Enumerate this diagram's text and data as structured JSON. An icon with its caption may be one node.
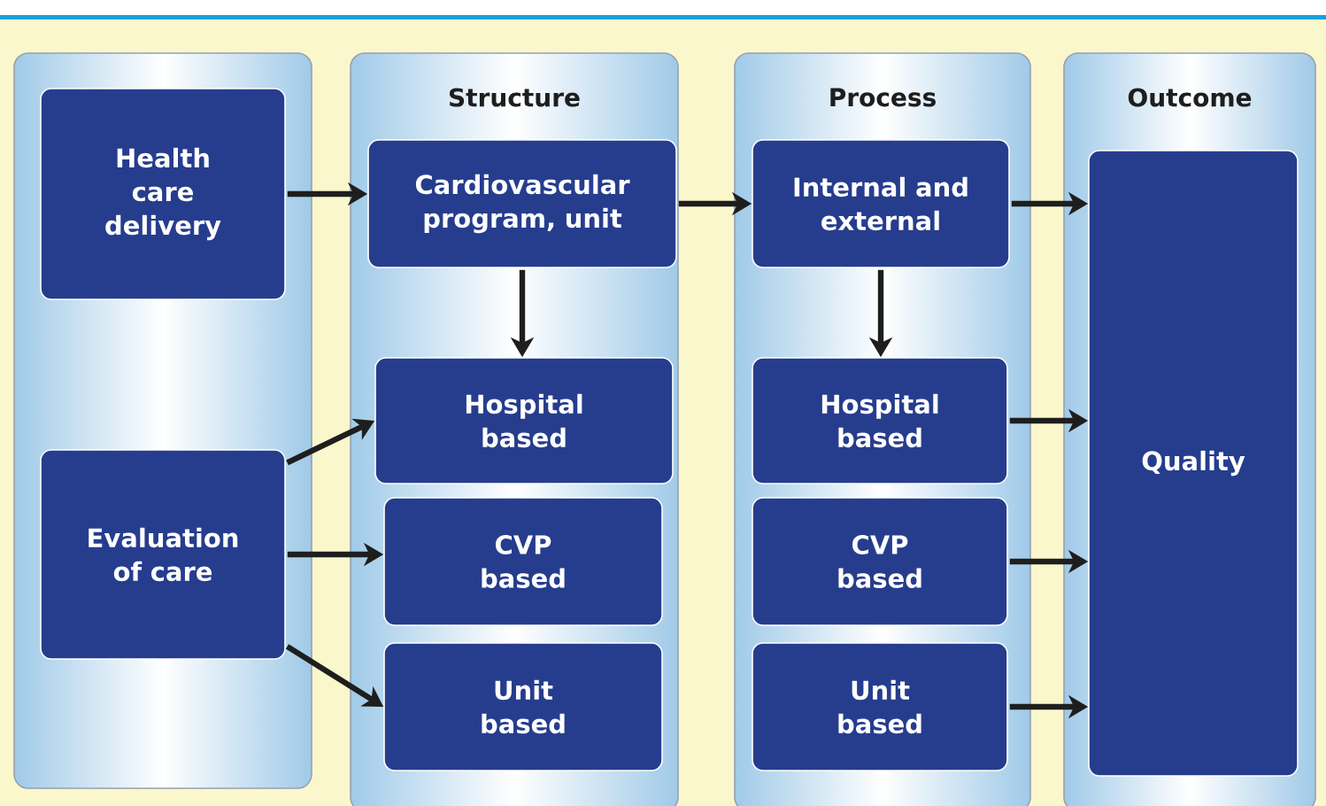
{
  "diagram": {
    "nodes": [
      {
        "text": [],
        "shape": "box"
      },
      {
        "text": [
          "Health care delivery"
        ],
        "in": 0
      },
      {
        "text": [
          "Evaluation of care"
        ],
        "in": 0
      },
      {
        "text": [
          "Structure"
        ]
      },
      {
        "text": [
          "Cardiovascular program, unit"
        ],
        "in": 3
      },
      {
        "text": [
          "Hospital based"
        ],
        "in": 3
      },
      {
        "text": [
          "CVP based"
        ],
        "in": 3
      },
      {
        "text": [
          "Unit based"
        ],
        "in": 3
      },
      {
        "text": [
          "Process"
        ]
      },
      {
        "text": [
          "Internal and external"
        ],
        "in": 8
      },
      {
        "text": [
          "Hospital based"
        ],
        "in": 8
      },
      {
        "text": [
          "CVP based"
        ],
        "in": 8
      },
      {
        "text": [
          "Unit based"
        ],
        "in": 8
      },
      {
        "text": [
          "Outcome"
        ]
      },
      {
        "text": [
          "Quality"
        ],
        "in": 13
      }
    ],
    "edges": [
      {
        "from": 1,
        "to": 4,
        "arrow": "to"
      },
      {
        "from": 4,
        "to": 5,
        "arrow": "to"
      },
      {
        "from": 2,
        "to": 5,
        "arrow": "to"
      },
      {
        "from": 2,
        "to": 6,
        "arrow": "to"
      },
      {
        "from": 2,
        "to": 7,
        "arrow": "to"
      },
      {
        "from": 4,
        "to": 9,
        "arrow": "to"
      },
      {
        "from": 9,
        "to": 10,
        "arrow": "to"
      },
      {
        "from": 9,
        "to": 14,
        "arrow": "to"
      },
      {
        "from": 10,
        "to": 14,
        "arrow": "to"
      },
      {
        "from": 11,
        "to": 14,
        "arrow": "to"
      },
      {
        "from": 12,
        "to": 14,
        "arrow": "to"
      }
    ]
  }
}
